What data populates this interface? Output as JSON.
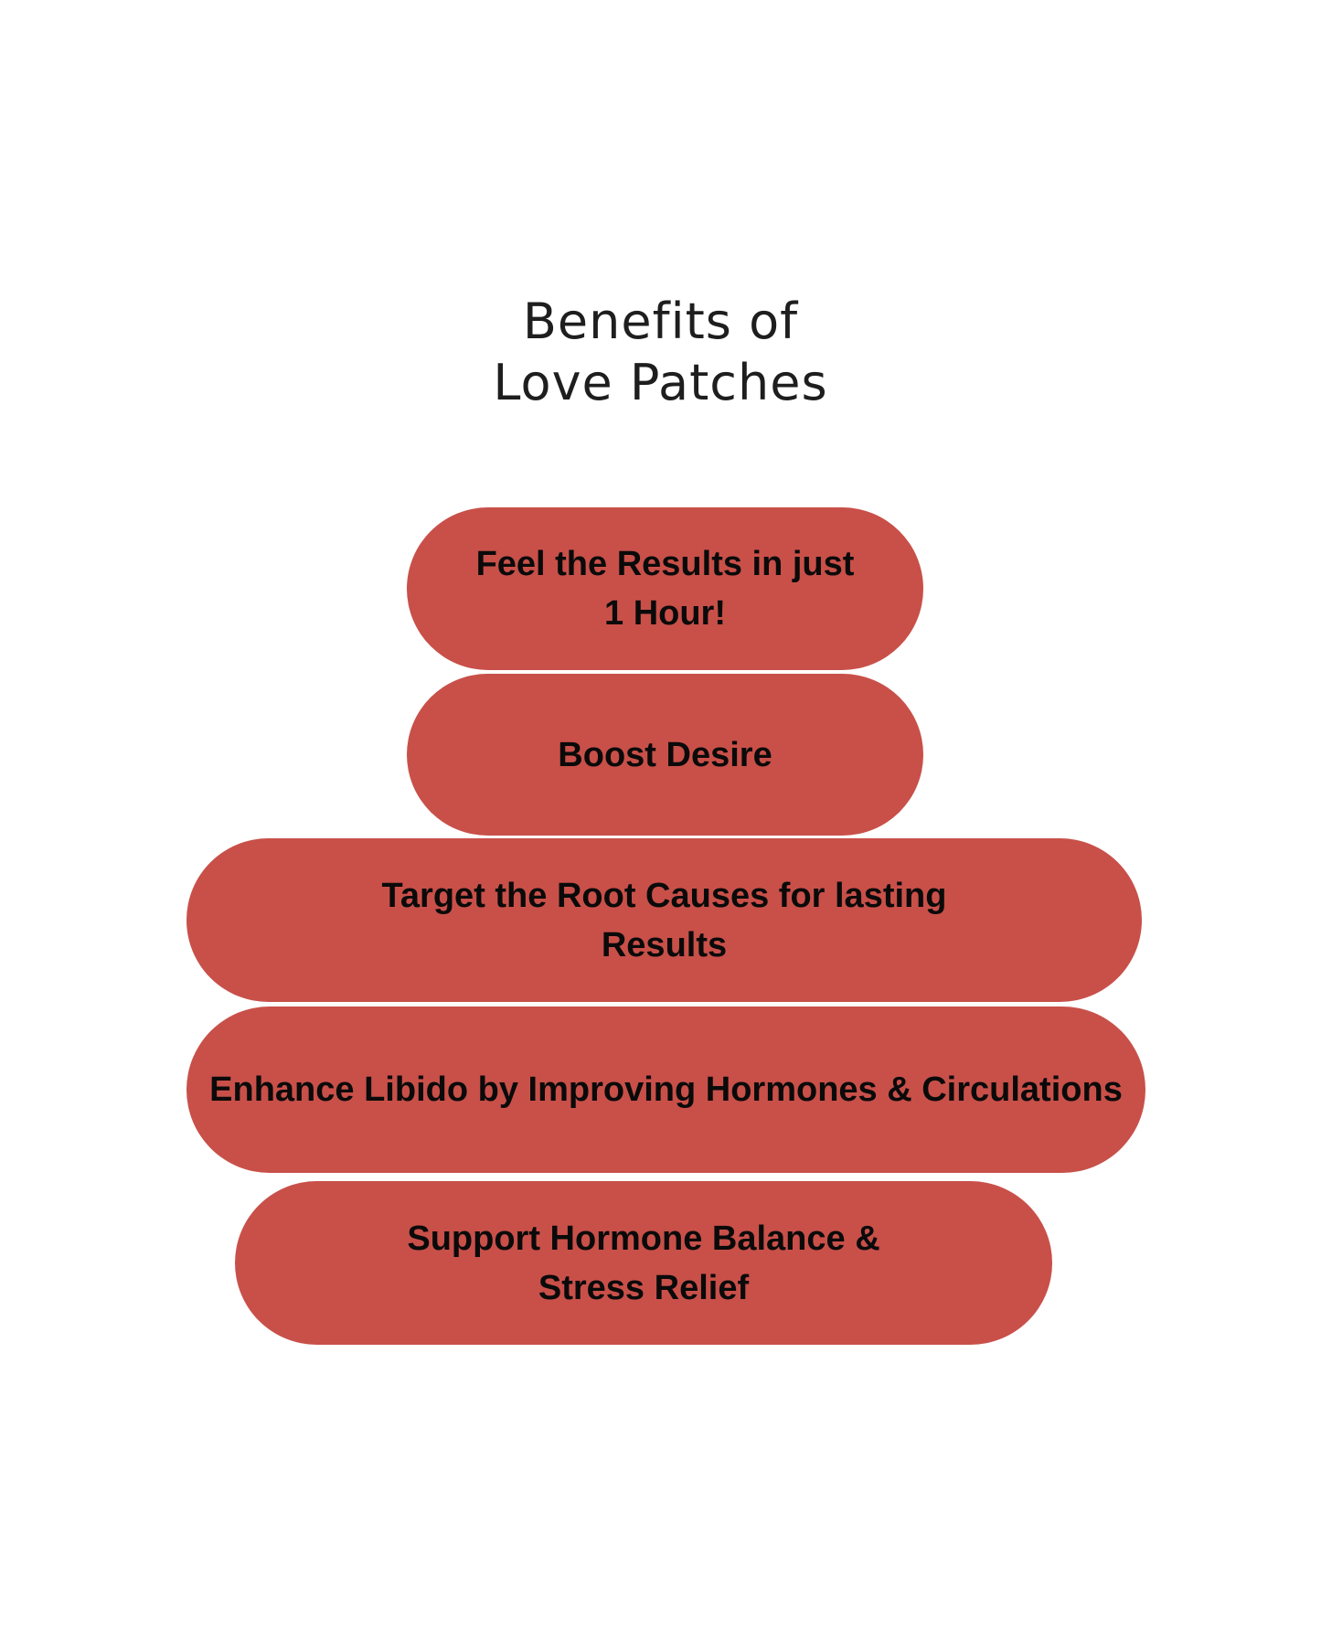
{
  "title": {
    "line1": "Benefits of",
    "line2": "Love Patches"
  },
  "pills": [
    {
      "lines": [
        "Feel the Results in just",
        "1 Hour!"
      ]
    },
    {
      "lines": [
        "Boost Desire"
      ]
    },
    {
      "lines": [
        "Target the Root Causes for lasting",
        "Results"
      ]
    },
    {
      "lines": [
        "Enhance Libido by Improving Hormones & Circulations"
      ]
    },
    {
      "lines": [
        "Support Hormone Balance &",
        "Stress Relief"
      ]
    }
  ],
  "colors": {
    "pill_background": "#C85049",
    "pill_text": "#0a0a0a",
    "title_text": "#1e1e1e",
    "page_background": "#ffffff"
  }
}
